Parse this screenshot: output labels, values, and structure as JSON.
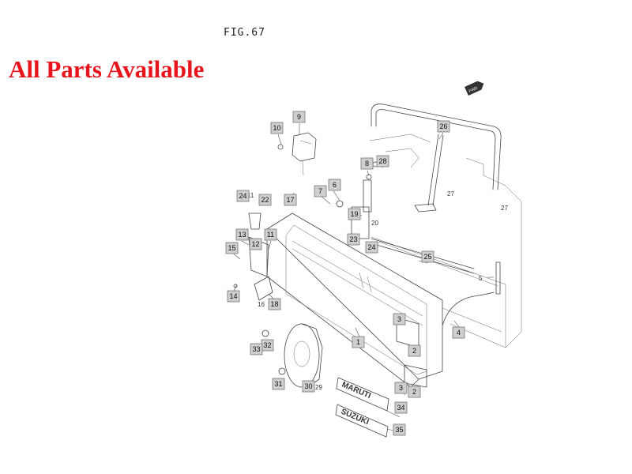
{
  "figure_label": "FIG.67",
  "banner": "All Parts Available",
  "fwd_marker": "FWD",
  "logos": [
    "MARUTI",
    "SUZUKI"
  ],
  "callouts": [
    "1",
    "2",
    "2",
    "3",
    "3",
    "4",
    "6",
    "7",
    "8",
    "9",
    "10",
    "11",
    "11",
    "12",
    "13",
    "14",
    "15",
    "16",
    "17",
    "18",
    "19",
    "20",
    "21",
    "22",
    "23",
    "24",
    "24",
    "25",
    "26",
    "27",
    "27",
    "28",
    "29",
    "30",
    "31",
    "32",
    "33",
    "34",
    "35",
    "5"
  ]
}
